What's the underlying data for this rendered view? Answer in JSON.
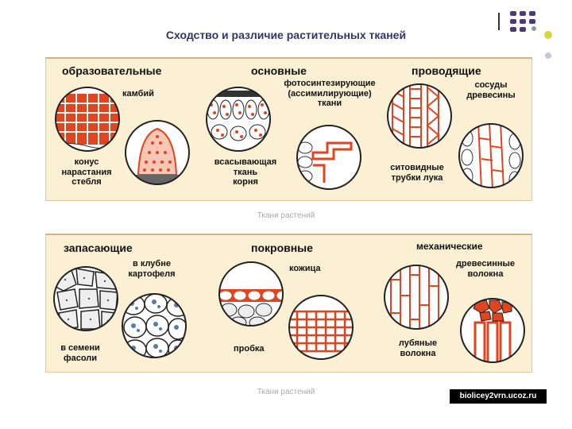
{
  "title": "Сходство и различие растительных тканей",
  "panel1": {
    "group1": {
      "heading": "образовательные",
      "label_a": "камбий",
      "label_b": "конус\nнарастания\nстебля"
    },
    "group2": {
      "heading": "основные",
      "label_a": "фотосинтезирующие\n(ассимилирующие)\nткани",
      "label_b": "всасывающая\nткань\nкорня"
    },
    "group3": {
      "heading": "проводящие",
      "label_a": "сосуды\nдревесины",
      "label_b": "ситовидные\nтрубки лука"
    }
  },
  "caption1": "Ткани растений",
  "panel2": {
    "group1": {
      "heading": "запасающие",
      "label_a": "в клубне\nкартофеля",
      "label_b": "в семени\nфасоли"
    },
    "group2": {
      "heading": "покровные",
      "label_a": "кожица",
      "label_b": "пробка"
    },
    "group3": {
      "heading": "механические",
      "label_a": "древесинные\nволокна",
      "label_b": "лубяные\nволокна"
    }
  },
  "caption2": "Ткани растений",
  "site": "biolicey2vrn.ucoz.ru",
  "colors": {
    "accent_red": "#e0451f",
    "title": "#333366",
    "panel_bg": "#fbf0d3"
  }
}
